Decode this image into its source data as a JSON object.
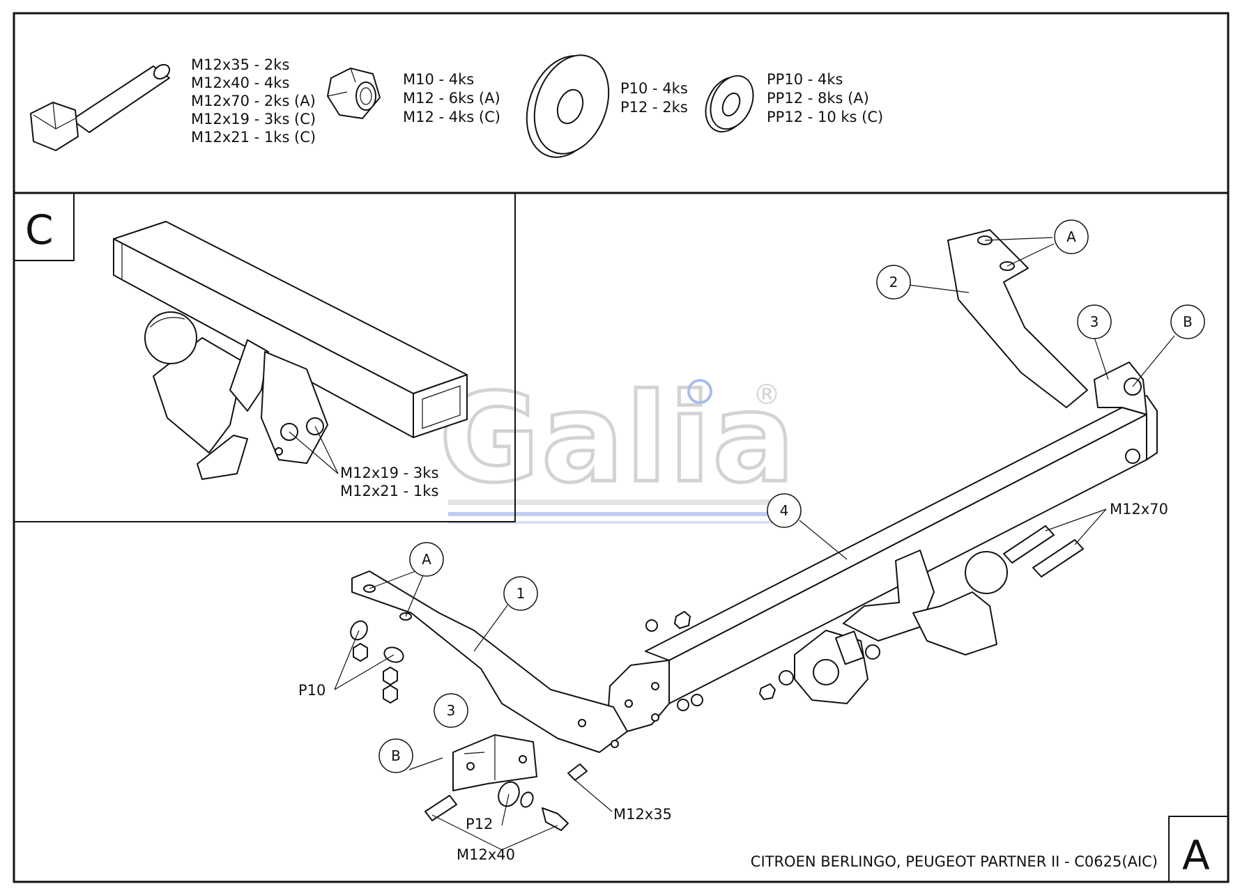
{
  "hardware": {
    "bolts": [
      "M12x35 - 2ks",
      "M12x40 - 4ks",
      "M12x70 - 2ks (A)",
      "M12x19 - 3ks (C)",
      "M12x21 - 1ks (C)"
    ],
    "nuts": [
      "M10 - 4ks",
      "M12 - 6ks (A)",
      "M12 - 4ks (C)"
    ],
    "washers": [
      "P10 - 4ks",
      "P12 - 2ks"
    ],
    "spring_washers": [
      "PP10 - 4ks",
      "PP12 - 8ks (A)",
      "PP12 - 10 ks (C)"
    ]
  },
  "detail_c": {
    "letter": "C",
    "notes": [
      "M12x19 - 3ks",
      "M12x21 - 1ks"
    ]
  },
  "assembly": {
    "letter": "A",
    "balloons": {
      "one": "1",
      "two": "2",
      "three_left": "3",
      "three_right": "3",
      "four": "4",
      "a_left": "A",
      "a_right": "A",
      "b_left": "B",
      "b_right": "B"
    },
    "callouts": {
      "p10": "P10",
      "p12": "P12",
      "m12x40": "M12x40",
      "m12x35": "M12x35",
      "m12x70": "M12x70"
    }
  },
  "watermark": {
    "text": "Galia",
    "mark": "®"
  },
  "title": "CITROEN BERLINGO, PEUGEOT PARTNER II - C0625(AIC)"
}
